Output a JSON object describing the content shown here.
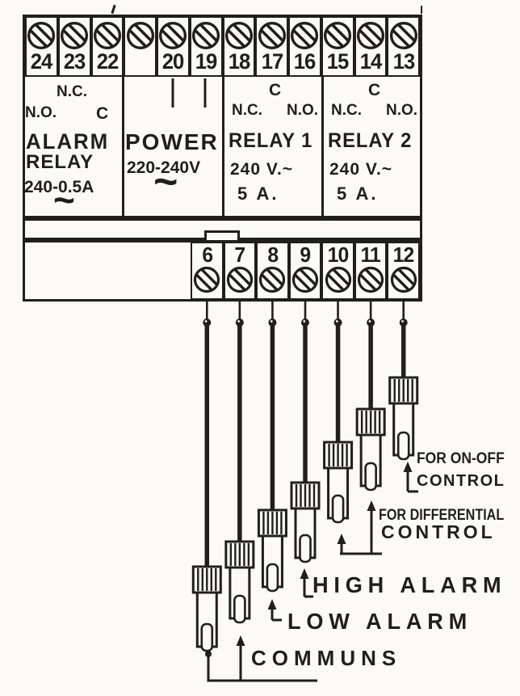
{
  "colors": {
    "ink": "#211f1c",
    "paper": "#fbfaf7"
  },
  "terminal_block": {
    "top_terminals": [
      "24",
      "23",
      "22",
      "",
      "20",
      "19",
      "18",
      "17",
      "16",
      "15",
      "14",
      "13"
    ],
    "bottom_terminals": [
      "6",
      "7",
      "8",
      "9",
      "10",
      "11",
      "12"
    ],
    "sections": {
      "alarm_relay": {
        "top_label": "N.C.",
        "left_label": "N.O.",
        "right_label": "C",
        "name_line1": "ALARM",
        "name_line2": "RELAY",
        "rating": "240-0.5A",
        "ac_symbol": "~"
      },
      "power": {
        "name": "POWER",
        "rating": "220-240V",
        "ac_symbol": "~"
      },
      "relay_1": {
        "top_label": "C",
        "left_label": "N.C.",
        "right_label": "N.O.",
        "name": "RELAY 1",
        "rating": "240 V.~",
        "amps": "5 A."
      },
      "relay_2": {
        "top_label": "C",
        "left_label": "N.C.",
        "right_label": "N.O.",
        "name": "RELAY 2",
        "rating": "240 V.~",
        "amps": "5 A."
      }
    }
  },
  "probes": [
    {
      "terminal": "6",
      "function": "communs"
    },
    {
      "terminal": "7",
      "function": "communs"
    },
    {
      "terminal": "8",
      "function": "low-alarm"
    },
    {
      "terminal": "9",
      "function": "high-alarm"
    },
    {
      "terminal": "10",
      "function": "differential-control"
    },
    {
      "terminal": "11",
      "function": "differential-control"
    },
    {
      "terminal": "12",
      "function": "on-off-control"
    }
  ],
  "callouts": {
    "on_off": {
      "line1": "FOR ON-OFF",
      "line2": "CONTROL"
    },
    "differential": {
      "line1": "FOR DIFFERENTIAL",
      "line2": "CONTROL"
    },
    "high_alarm": "HIGH ALARM",
    "low_alarm": "LOW ALARM",
    "communs": "COMMUNS"
  }
}
